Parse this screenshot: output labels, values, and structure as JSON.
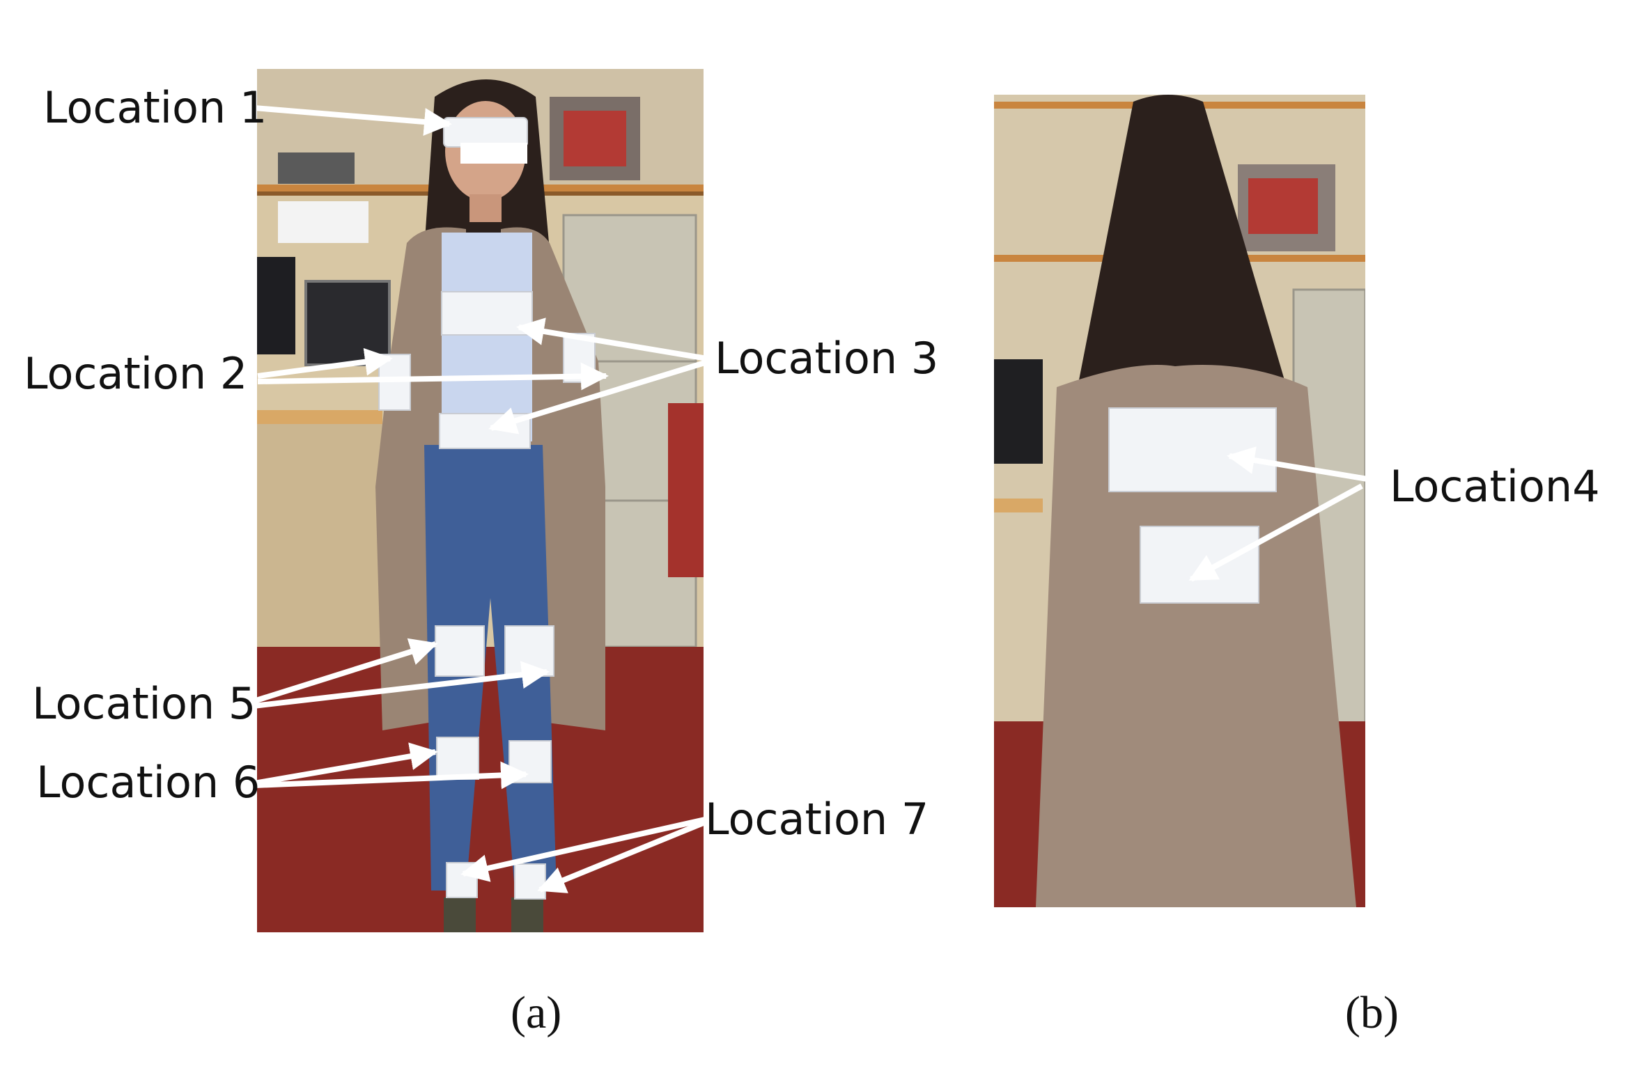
{
  "figure": {
    "panel_a": {
      "caption": "(a)",
      "labels": {
        "location_1": "Location 1",
        "location_2": "Location 2",
        "location_3": "Location 3",
        "location_5": "Location 5",
        "location_6": "Location 6",
        "location_7": "Location 7"
      }
    },
    "panel_b": {
      "caption": "(b)",
      "labels": {
        "location_4": "Location4"
      }
    }
  },
  "colors": {
    "background": "#ffffff",
    "label_text": "#111111",
    "arrow": "#ffffff",
    "carpet": "#8a2a24",
    "wall": "#d9c9a8",
    "cardigan": "#9a8574",
    "jeans": "#3f5f98",
    "sensor_patch": "#f2f4f7"
  }
}
